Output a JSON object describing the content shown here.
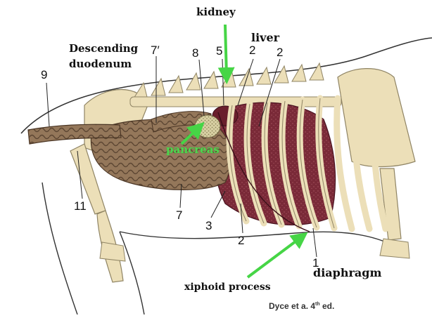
{
  "labels": {
    "kidney": "kidney",
    "liver": "liver",
    "descending_duodenum_line1": "Descending",
    "descending_duodenum_line2": "duodenum",
    "pancreas": "pancreas",
    "diaphragm": "diaphragm",
    "xiphoid_process": "xiphoid process",
    "n9": "9",
    "n7prime": "7′",
    "n8": "8",
    "n5": "5",
    "n2a": "2",
    "n2b": "2",
    "n2c": "2",
    "n11": "11",
    "n7": "7",
    "n3": "3",
    "n1": "1"
  },
  "credit": {
    "text": "Dyce et a. 4",
    "sup": "th",
    "suffix": " ed."
  },
  "colors": {
    "bone": "#ecdfb8",
    "bone_edge": "#8f8464",
    "intestine": "#94775a",
    "intestine_dark": "#5b4532",
    "liver": "#7a2a38",
    "liver_light": "#a95863",
    "pancreas": "#d8d0a3",
    "arrow": "#46d546",
    "outline": "#333333"
  }
}
